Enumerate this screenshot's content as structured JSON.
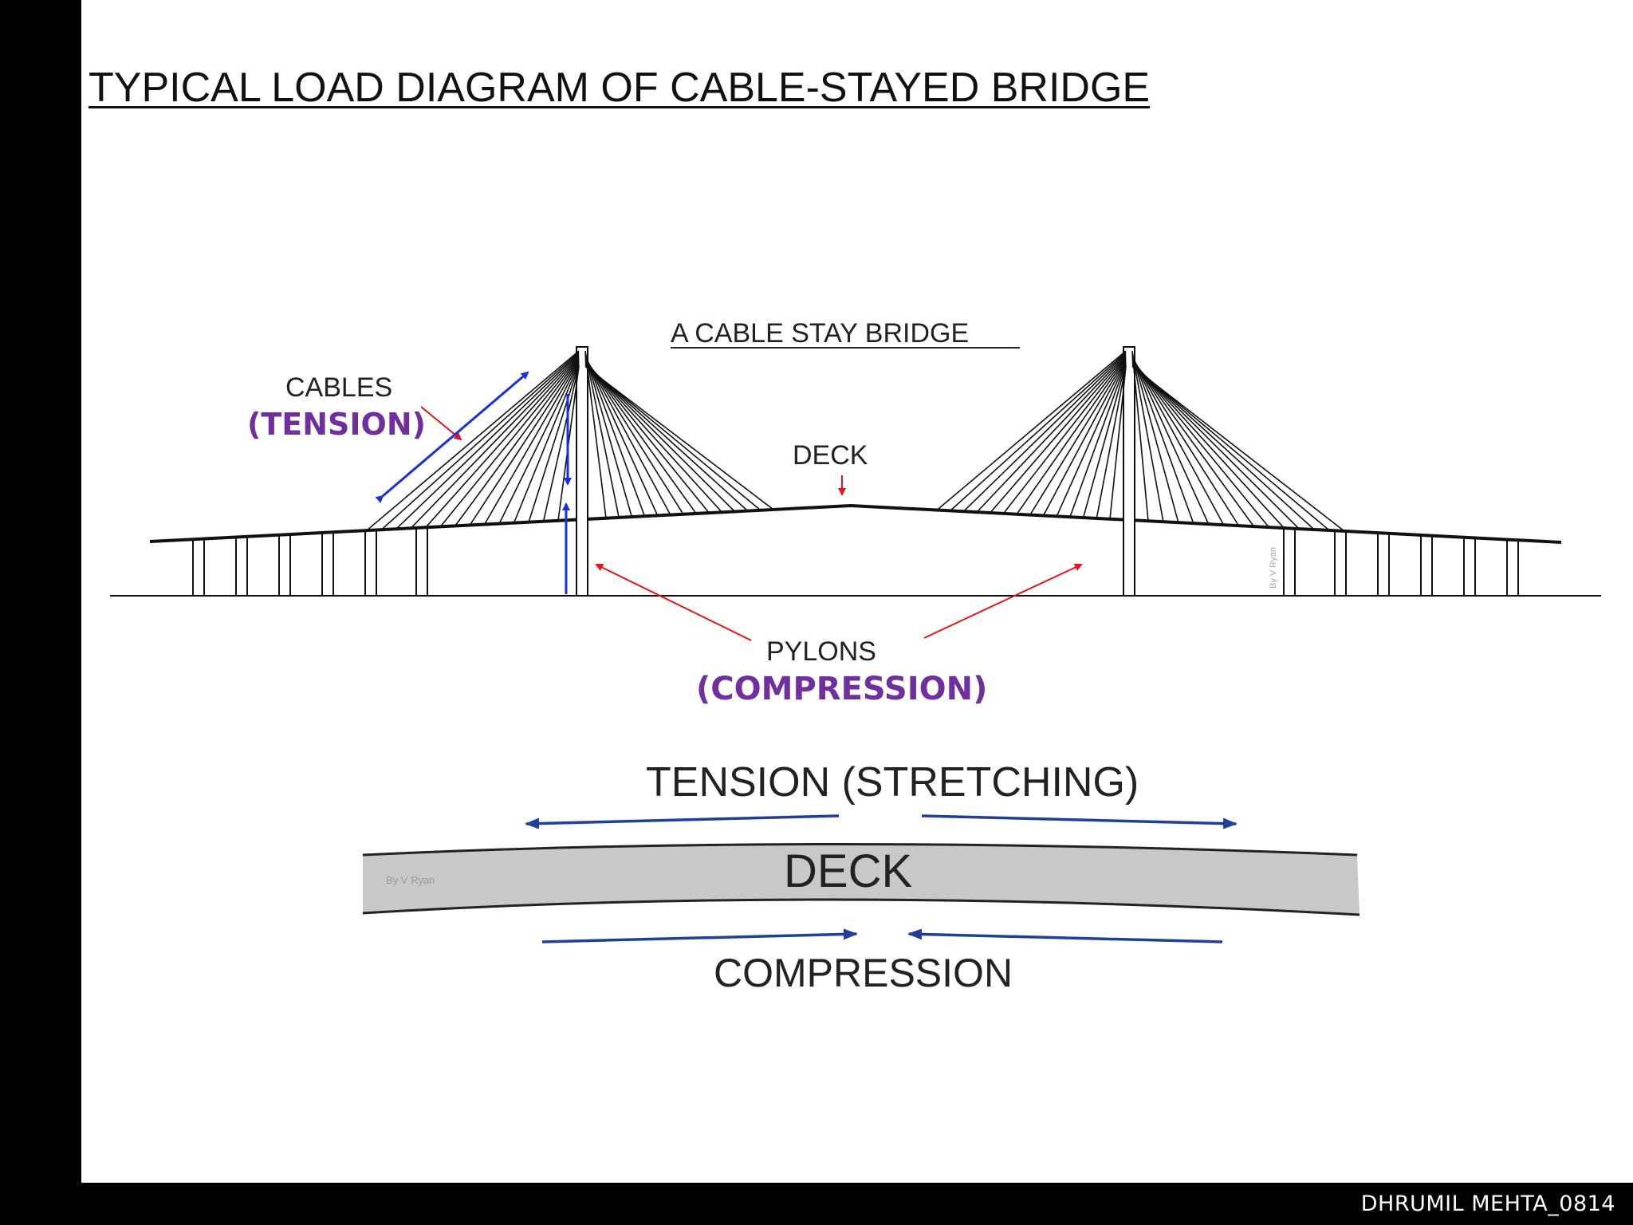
{
  "title": "TYPICAL LOAD DIAGRAM OF CABLE-STAYED BRIDGE",
  "footer": "DHRUMIL MEHTA_0814",
  "bridge_diagram": {
    "heading": "A CABLE STAY BRIDGE",
    "cables_label": "CABLES",
    "cables_force": "(TENSION)",
    "deck_label": "DECK",
    "pylons_label": "PYLONS",
    "pylons_force": "(COMPRESSION)",
    "watermark": "By V Ryan"
  },
  "deck_diagram": {
    "tension_label": "TENSION (STRETCHING)",
    "deck_label": "DECK",
    "compression_label": "COMPRESSION",
    "watermark": "By V Ryan"
  },
  "colors": {
    "force_label": "#6f2f9f",
    "red_arrow": "#e8141c",
    "blue_arrow": "#1a2fd6",
    "deck_blue_arrow": "#1f3f9a",
    "deck_fill": "#c8c8c8"
  }
}
